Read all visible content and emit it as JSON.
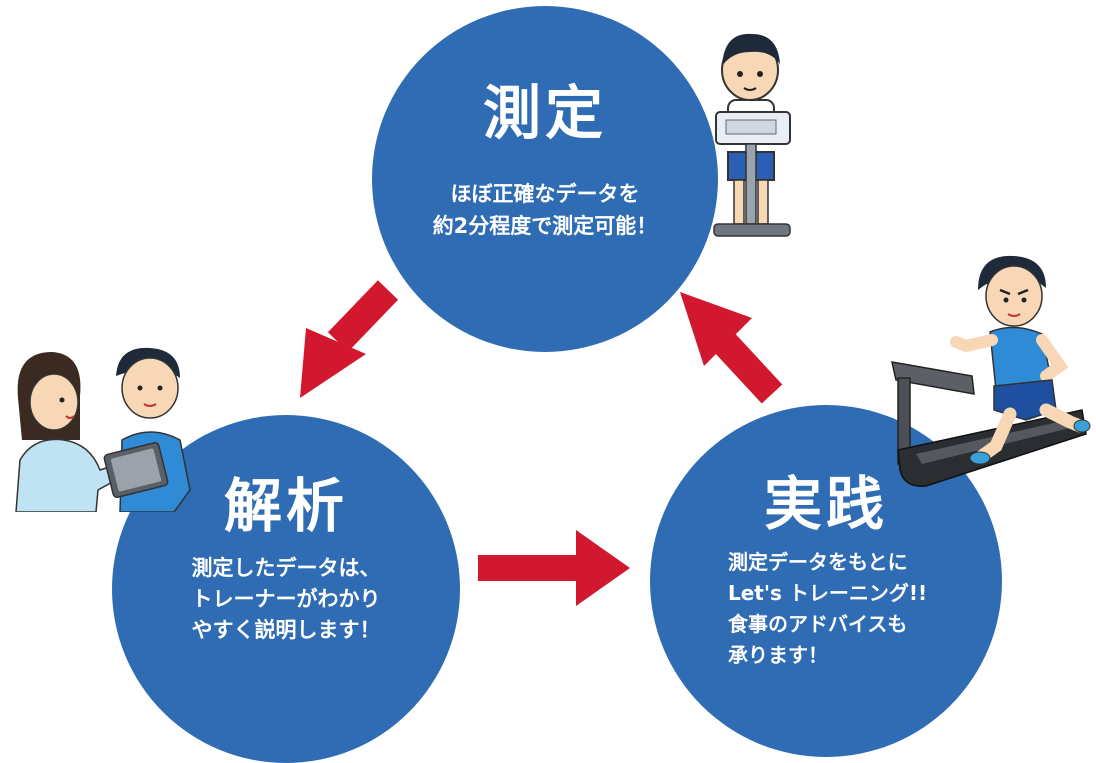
{
  "cycle": {
    "measure": {
      "title": "測定",
      "lines": [
        "ほぼ正確なデータを",
        "約2分程度で測定可能！"
      ]
    },
    "analysis": {
      "title": "解析",
      "lines": [
        "測定したデータは、",
        "トレーナーがわかり",
        "やすく説明します！"
      ]
    },
    "practice": {
      "title": "実践",
      "lines": [
        "測定データをもとに",
        "Let's トレーニング!!",
        "食事のアドバイスも",
        "承ります！"
      ]
    }
  },
  "colors": {
    "circle": "#2f6cb3",
    "arrow": "#d2182f",
    "text": "#ffffff"
  },
  "icons": {
    "measure": "body-composition-scale-person-icon",
    "analysis": "trainer-explaining-tablet-icon",
    "practice": "treadmill-runner-icon"
  }
}
